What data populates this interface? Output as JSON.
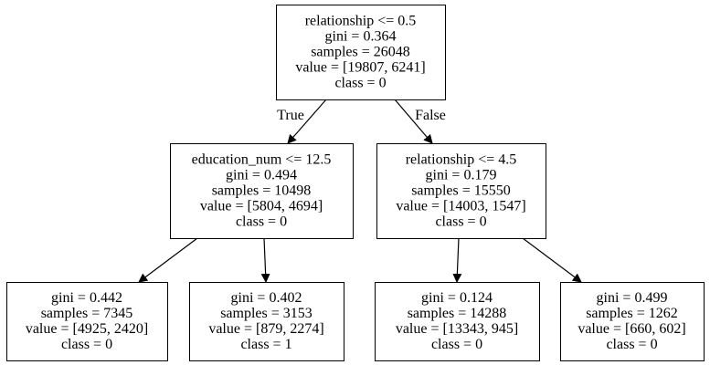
{
  "tree": {
    "nodes": [
      {
        "id": "n0",
        "lines": [
          "relationship <= 0.5",
          "gini = 0.364",
          "samples = 26048",
          "value = [19807, 6241]",
          "class = 0"
        ]
      },
      {
        "id": "n1",
        "lines": [
          "education_num <= 12.5",
          "gini = 0.494",
          "samples = 10498",
          "value = [5804, 4694]",
          "class = 0"
        ]
      },
      {
        "id": "n2",
        "lines": [
          "relationship <= 4.5",
          "gini = 0.179",
          "samples = 15550",
          "value = [14003, 1547]",
          "class = 0"
        ]
      },
      {
        "id": "n3",
        "lines": [
          "gini = 0.442",
          "samples = 7345",
          "value = [4925, 2420]",
          "class = 0"
        ]
      },
      {
        "id": "n4",
        "lines": [
          "gini = 0.402",
          "samples = 3153",
          "value = [879, 2274]",
          "class = 1"
        ]
      },
      {
        "id": "n5",
        "lines": [
          "gini = 0.124",
          "samples = 14288",
          "value = [13343, 945]",
          "class = 0"
        ]
      },
      {
        "id": "n6",
        "lines": [
          "gini = 0.499",
          "samples = 1262",
          "value = [660, 602]",
          "class = 0"
        ]
      }
    ],
    "edges": [
      {
        "from": "n0",
        "to": "n1",
        "label": "True"
      },
      {
        "from": "n0",
        "to": "n2",
        "label": "False"
      },
      {
        "from": "n1",
        "to": "n3",
        "label": ""
      },
      {
        "from": "n1",
        "to": "n4",
        "label": ""
      },
      {
        "from": "n2",
        "to": "n5",
        "label": ""
      },
      {
        "from": "n2",
        "to": "n6",
        "label": ""
      }
    ]
  }
}
